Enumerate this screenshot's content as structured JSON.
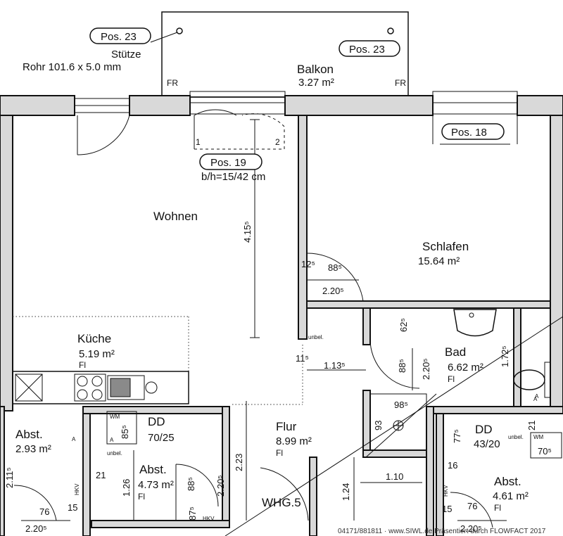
{
  "plan": {
    "position_tags": {
      "pos23_left": "Pos. 23",
      "pos23_right": "Pos. 23",
      "pos19": "Pos. 19",
      "pos18": "Pos. 18"
    },
    "support": {
      "label": "Stütze",
      "spec": "Rohr 101.6 x 5.0 mm"
    },
    "balcony": {
      "name": "Balkon",
      "area": "3.27 m²",
      "fr_left": "FR",
      "fr_right": "FR"
    },
    "window_note": "b/h=15/42 cm",
    "door_numbers": {
      "one": "1",
      "two": "2"
    },
    "rooms": {
      "wohnen": {
        "name": "Wohnen"
      },
      "kueche": {
        "name": "Küche",
        "area": "5.19 m²",
        "floor": "Fl"
      },
      "schlafen": {
        "name": "Schlafen",
        "area": "15.64 m²"
      },
      "bad": {
        "name": "Bad",
        "area": "6.62 m²",
        "floor": "Fl"
      },
      "flur": {
        "name": "Flur",
        "area": "8.99 m²",
        "floor": "Fl"
      },
      "abst_left": {
        "name": "Abst.",
        "area": "2.93 m²"
      },
      "abst_mid": {
        "name": "Abst.",
        "area": "4.73 m²",
        "floor": "Fl"
      },
      "abst_right": {
        "name": "Abst.",
        "area": "4.61 m²",
        "floor": "Fl"
      }
    },
    "dd_left": {
      "label": "DD",
      "size": "70/25",
      "wm": "WM",
      "a": "A",
      "unbel": "unbel."
    },
    "dd_right": {
      "label": "DD",
      "size": "43/20",
      "wm": "WM",
      "a": "A",
      "unbel": "unbel."
    },
    "dimensions": {
      "d415": "4.15⁵",
      "d125": "12⁵",
      "d885a": "88⁵",
      "d220a": "2.20⁵",
      "d625": "62⁵",
      "d885b": "88⁵",
      "d220b": "2.20⁵",
      "d172": "1.72⁵",
      "d115": "11⁵",
      "d1135": "1.13⁵",
      "d985": "98⁵",
      "d93": "93",
      "d223": "2.23",
      "d124": "1.24",
      "d110": "1.10",
      "d855": "85⁵",
      "d21": "21",
      "d126": "1.26",
      "d885c": "88⁵",
      "d220c": "2.20⁵",
      "d875": "87⁵",
      "d211": "2.11⁵",
      "d76a": "76",
      "d220d": "2.20⁵",
      "d15": "15",
      "d775": "77⁵",
      "d16": "16",
      "d76b": "76",
      "d705": "70⁵",
      "d220e": "2.20⁵",
      "d21b": "21",
      "d15b": "15"
    },
    "misc": {
      "unbel_flur": "unbel.",
      "hkv_left": "HKV",
      "hkv_mid": "HKV",
      "hkv_right": "HKV",
      "a_bad": "A",
      "a_abst_left": "A",
      "whg": "WHG.5"
    },
    "watermark": "04171/881811 · www.SIWL.de Präsentiert durch FLOWFACT 2017"
  }
}
